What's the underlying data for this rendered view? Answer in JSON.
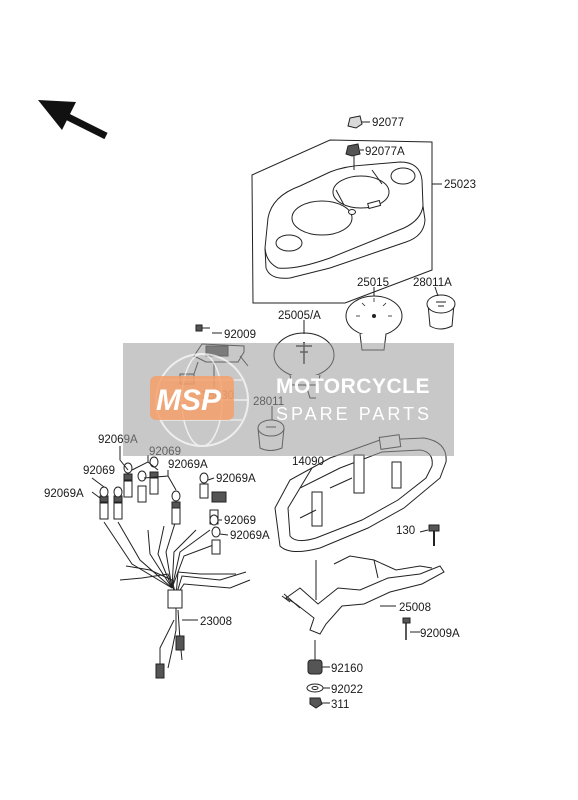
{
  "diagram": {
    "part_numbers": {
      "p92077": "92077",
      "p92077A": "92077A",
      "p25023": "25023",
      "p25015": "25015",
      "p28011A": "28011A",
      "p25005A": "25005/A",
      "p92009": "92009",
      "p25030": "25030",
      "p28011": "28011",
      "p92069A_top": "92069A",
      "p92069_upper": "92069",
      "p92069_left": "92069",
      "p92069A_mid": "92069A",
      "p92069A_left": "92069A",
      "p92069A_right": "92069A",
      "p92069_lower": "92069",
      "p92069A_lower": "92069A",
      "p14090": "14090",
      "p130": "130",
      "p25008": "25008",
      "p23008": "23008",
      "p92009A": "92009A",
      "p92160": "92160",
      "p92022": "92022",
      "p311": "311"
    },
    "icons": {
      "orientation_arrow": "front-direction-arrow-icon"
    }
  },
  "watermark": {
    "logo": "MSP",
    "title": "MOTORCYCLE",
    "subtitle": "SPARE PARTS",
    "colors": {
      "band": "#9a9a9a",
      "logo_orange": "#f4a06a"
    }
  }
}
